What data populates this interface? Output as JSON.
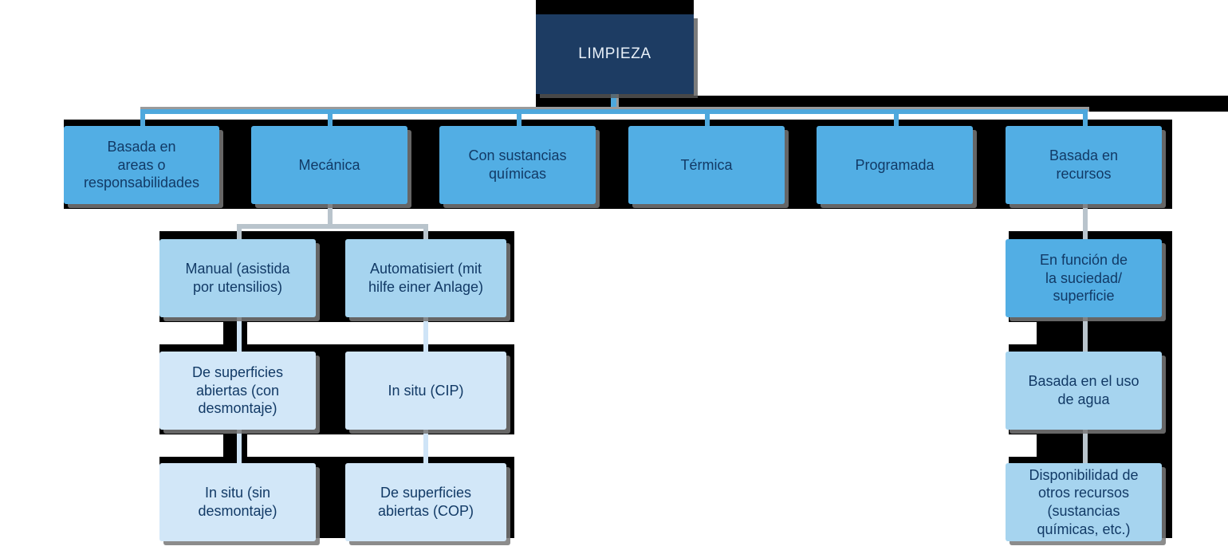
{
  "diagram": {
    "title": "LIMPIEZA",
    "type": "hierarchy-tree",
    "colors": {
      "root": "#1d3c63",
      "level2": "#52aee4",
      "level3": "#a6d4ef",
      "level4": "#d2e7f8",
      "text_dark": "#123a66",
      "text_light": "#e8f0f8",
      "connector_blue": "#4ea8dd",
      "connector_gray": "#b9c4cc",
      "shadow": "#9a9a9a",
      "background": "#ffffff"
    }
  },
  "nodes": {
    "root": {
      "label": "LIMPIEZA"
    },
    "level2": [
      {
        "label": "Basada en\nareas o\nresponsabilidades"
      },
      {
        "label": "Mecánica"
      },
      {
        "label": "Con sustancias\nquímicas"
      },
      {
        "label": "Térmica"
      },
      {
        "label": "Programada"
      },
      {
        "label": "Basada en\nrecursos"
      }
    ],
    "mecanica_children": [
      {
        "label": "Manual (asistida\npor utensilios)"
      },
      {
        "label": "Automatisiert (mit\nhilfe einer Anlage)"
      }
    ],
    "manual_chain": [
      {
        "label": "De superficies\nabiertas (con\ndesmontaje)"
      },
      {
        "label": "In situ (sin\ndesmontaje)"
      }
    ],
    "automatisiert_chain": [
      {
        "label": "In situ (CIP)"
      },
      {
        "label": "De superficies\nabiertas (COP)"
      }
    ],
    "recursos_chain": [
      {
        "label": "En función de\nla suciedad/\nsuperficie"
      },
      {
        "label": "Basada en el uso\nde agua"
      },
      {
        "label": "Disponibilidad de\notros recursos\n(sustancias\nquímicas, etc.)"
      }
    ]
  }
}
